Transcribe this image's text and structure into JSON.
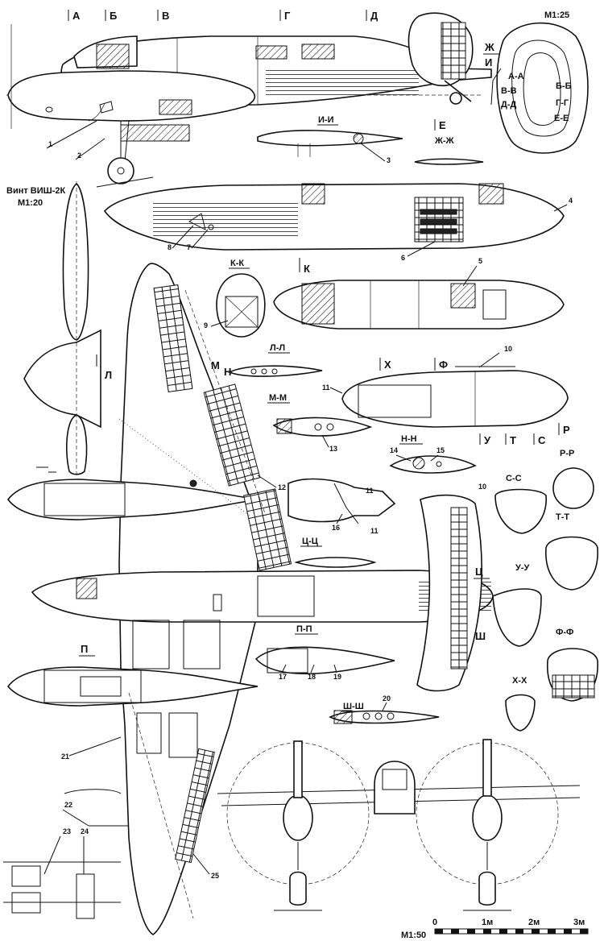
{
  "scale_top": "М1:25",
  "propeller": {
    "title": "Винт ВИШ-2К",
    "scale": "М1:20"
  },
  "sections": {
    "A": "А",
    "B": "Б",
    "V": "В",
    "G": "Г",
    "D": "Д",
    "ZH": "Ж",
    "I": "И",
    "E": "Е",
    "K": "К",
    "L": "Л",
    "M": "М",
    "N": "Н",
    "KH": "Х",
    "F": "Ф",
    "U": "У",
    "T": "Т",
    "S": "С",
    "R": "Р",
    "P": "П",
    "TS": "Ц",
    "SH": "Ш"
  },
  "section_labels": {
    "AA": "А-А",
    "VV": "В-В",
    "DD": "Д-Д",
    "BB": "Б-Б",
    "GG": "Г-Г",
    "EE": "Е-Е",
    "II": "И-И",
    "ZHZH": "Ж-Ж",
    "KK": "К-К",
    "LL": "Л-Л",
    "MM": "М-М",
    "NN": "Н-Н",
    "RR": "Р-Р",
    "SS": "С-С",
    "TT": "Т-Т",
    "UU": "У-У",
    "FF": "Ф-Ф",
    "KHKH": "Х-Х",
    "TSTS": "Ц-Ц",
    "PP": "П-П",
    "SHSH": "Ш-Ш"
  },
  "callouts": [
    "1",
    "2",
    "3",
    "4",
    "5",
    "6",
    "7",
    "8",
    "9",
    "10",
    "10",
    "11",
    "11",
    "11",
    "12",
    "13",
    "14",
    "15",
    "16",
    "17",
    "18",
    "19",
    "20",
    "21",
    "22",
    "23",
    "24",
    "25"
  ],
  "scale_bar": {
    "label": "М1:50",
    "ticks": [
      "0",
      "1м",
      "2м",
      "3м"
    ]
  }
}
